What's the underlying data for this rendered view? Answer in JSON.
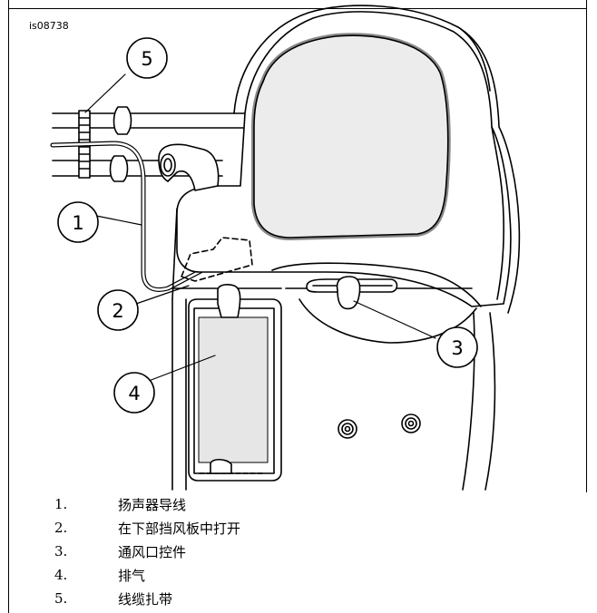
{
  "figure": {
    "id": "is08738",
    "callouts": [
      "1",
      "2",
      "3",
      "4",
      "5"
    ]
  },
  "legend": [
    {
      "num": "1.",
      "text": "扬声器导线"
    },
    {
      "num": "2.",
      "text": "在下部挡风板中打开"
    },
    {
      "num": "3.",
      "text": "通风口控件"
    },
    {
      "num": "4.",
      "text": "排气"
    },
    {
      "num": "5.",
      "text": "线缆扎带"
    }
  ],
  "colors": {
    "line": "#000000",
    "speaker_fill": "#e6e6e6",
    "vent_fill": "#e6e6e6"
  }
}
